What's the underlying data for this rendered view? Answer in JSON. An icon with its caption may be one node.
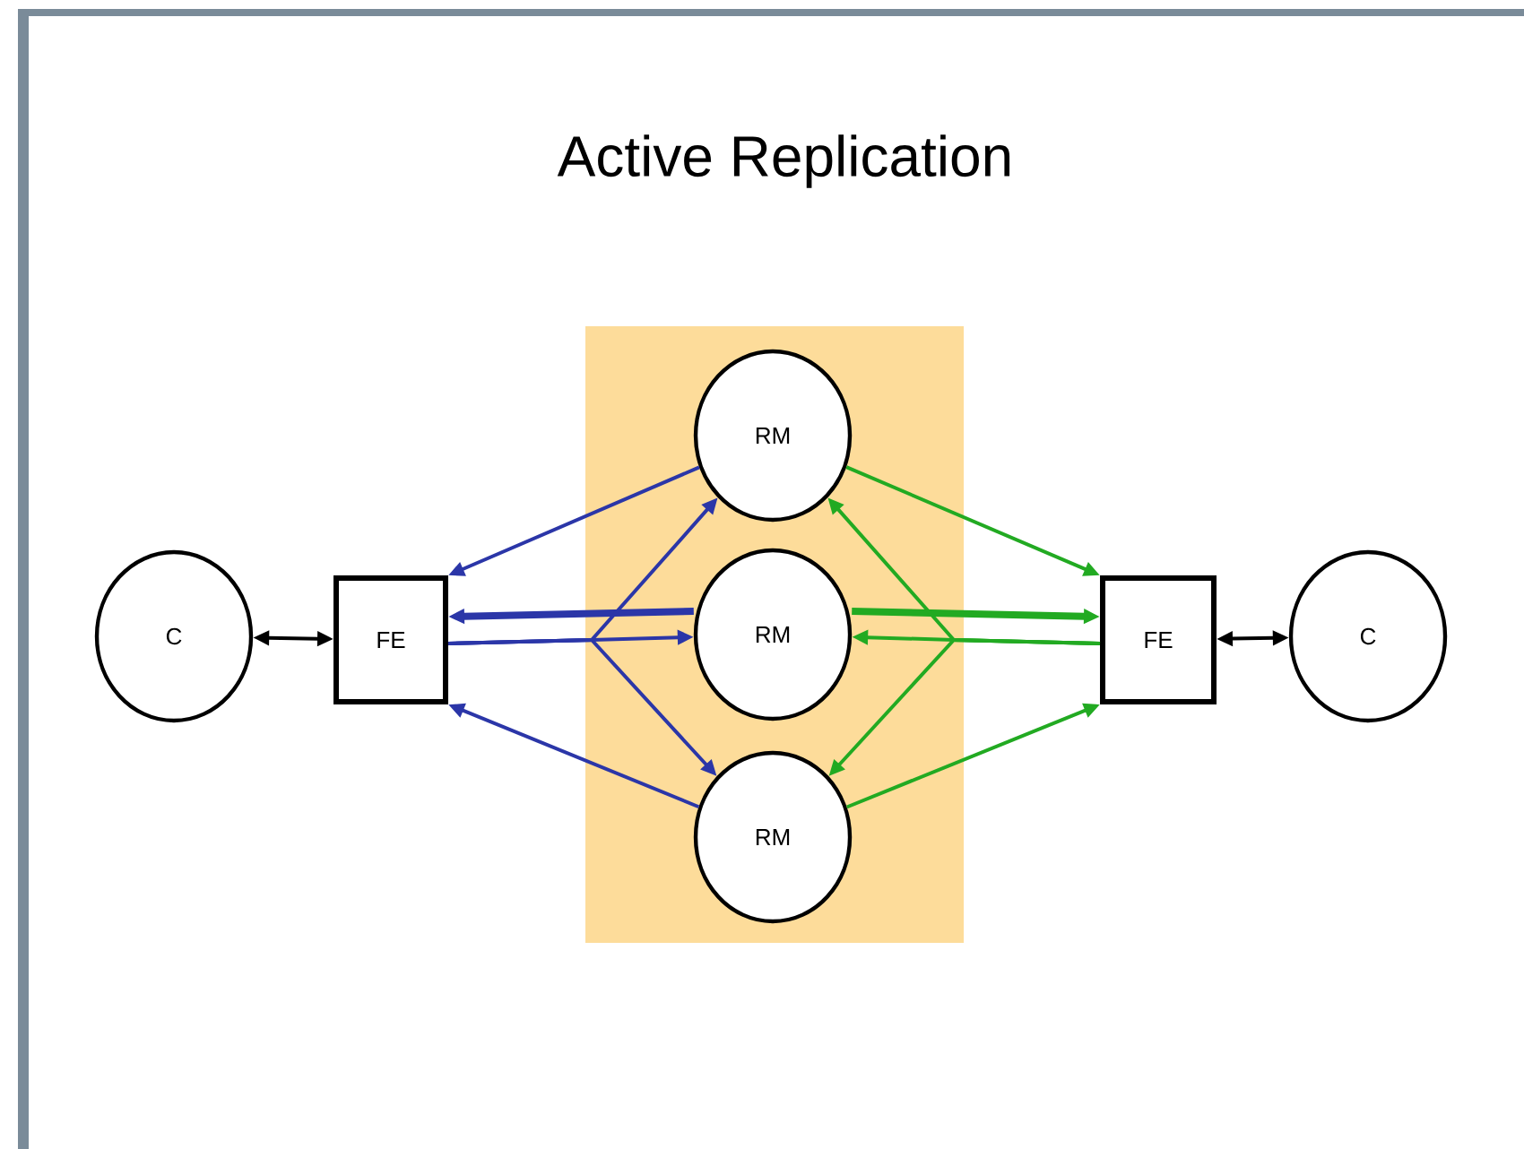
{
  "diagram": {
    "title": "Active Replication",
    "nodes": [
      {
        "text": [
          "C"
        ]
      },
      {
        "text": [
          "FE"
        ]
      },
      {
        "text": [],
        "shape": "box"
      },
      {
        "text": [
          "RM"
        ],
        "in": 2
      },
      {
        "text": [
          "RM"
        ],
        "in": 2
      },
      {
        "text": [
          "RM"
        ],
        "in": 2
      },
      {
        "text": [
          "FE"
        ]
      },
      {
        "text": [
          "C"
        ]
      }
    ],
    "edges": [
      {
        "from": 0,
        "to": 1,
        "arrow": "both",
        "color": "#000000"
      },
      {
        "from": 3,
        "to": 1,
        "arrow": "to",
        "color": "#2b36a8"
      },
      {
        "from": 4,
        "to": 1,
        "arrow": "to",
        "color": "#2b36a8",
        "style": "thick"
      },
      {
        "from": 5,
        "to": 1,
        "arrow": "to",
        "color": "#2b36a8"
      },
      {
        "from": 1,
        "to": 3,
        "arrow": "to",
        "color": "#2b36a8"
      },
      {
        "from": 1,
        "to": 4,
        "arrow": "to",
        "color": "#2b36a8"
      },
      {
        "from": 1,
        "to": 5,
        "arrow": "to",
        "color": "#2b36a8"
      },
      {
        "from": 3,
        "to": 6,
        "arrow": "to",
        "color": "#22aa22"
      },
      {
        "from": 4,
        "to": 6,
        "arrow": "to",
        "color": "#22aa22",
        "style": "thick"
      },
      {
        "from": 5,
        "to": 6,
        "arrow": "to",
        "color": "#22aa22"
      },
      {
        "from": 6,
        "to": 3,
        "arrow": "to",
        "color": "#22aa22"
      },
      {
        "from": 6,
        "to": 4,
        "arrow": "to",
        "color": "#22aa22"
      },
      {
        "from": 6,
        "to": 5,
        "arrow": "to",
        "color": "#22aa22"
      },
      {
        "from": 6,
        "to": 7,
        "arrow": "both",
        "color": "#000000"
      }
    ]
  }
}
